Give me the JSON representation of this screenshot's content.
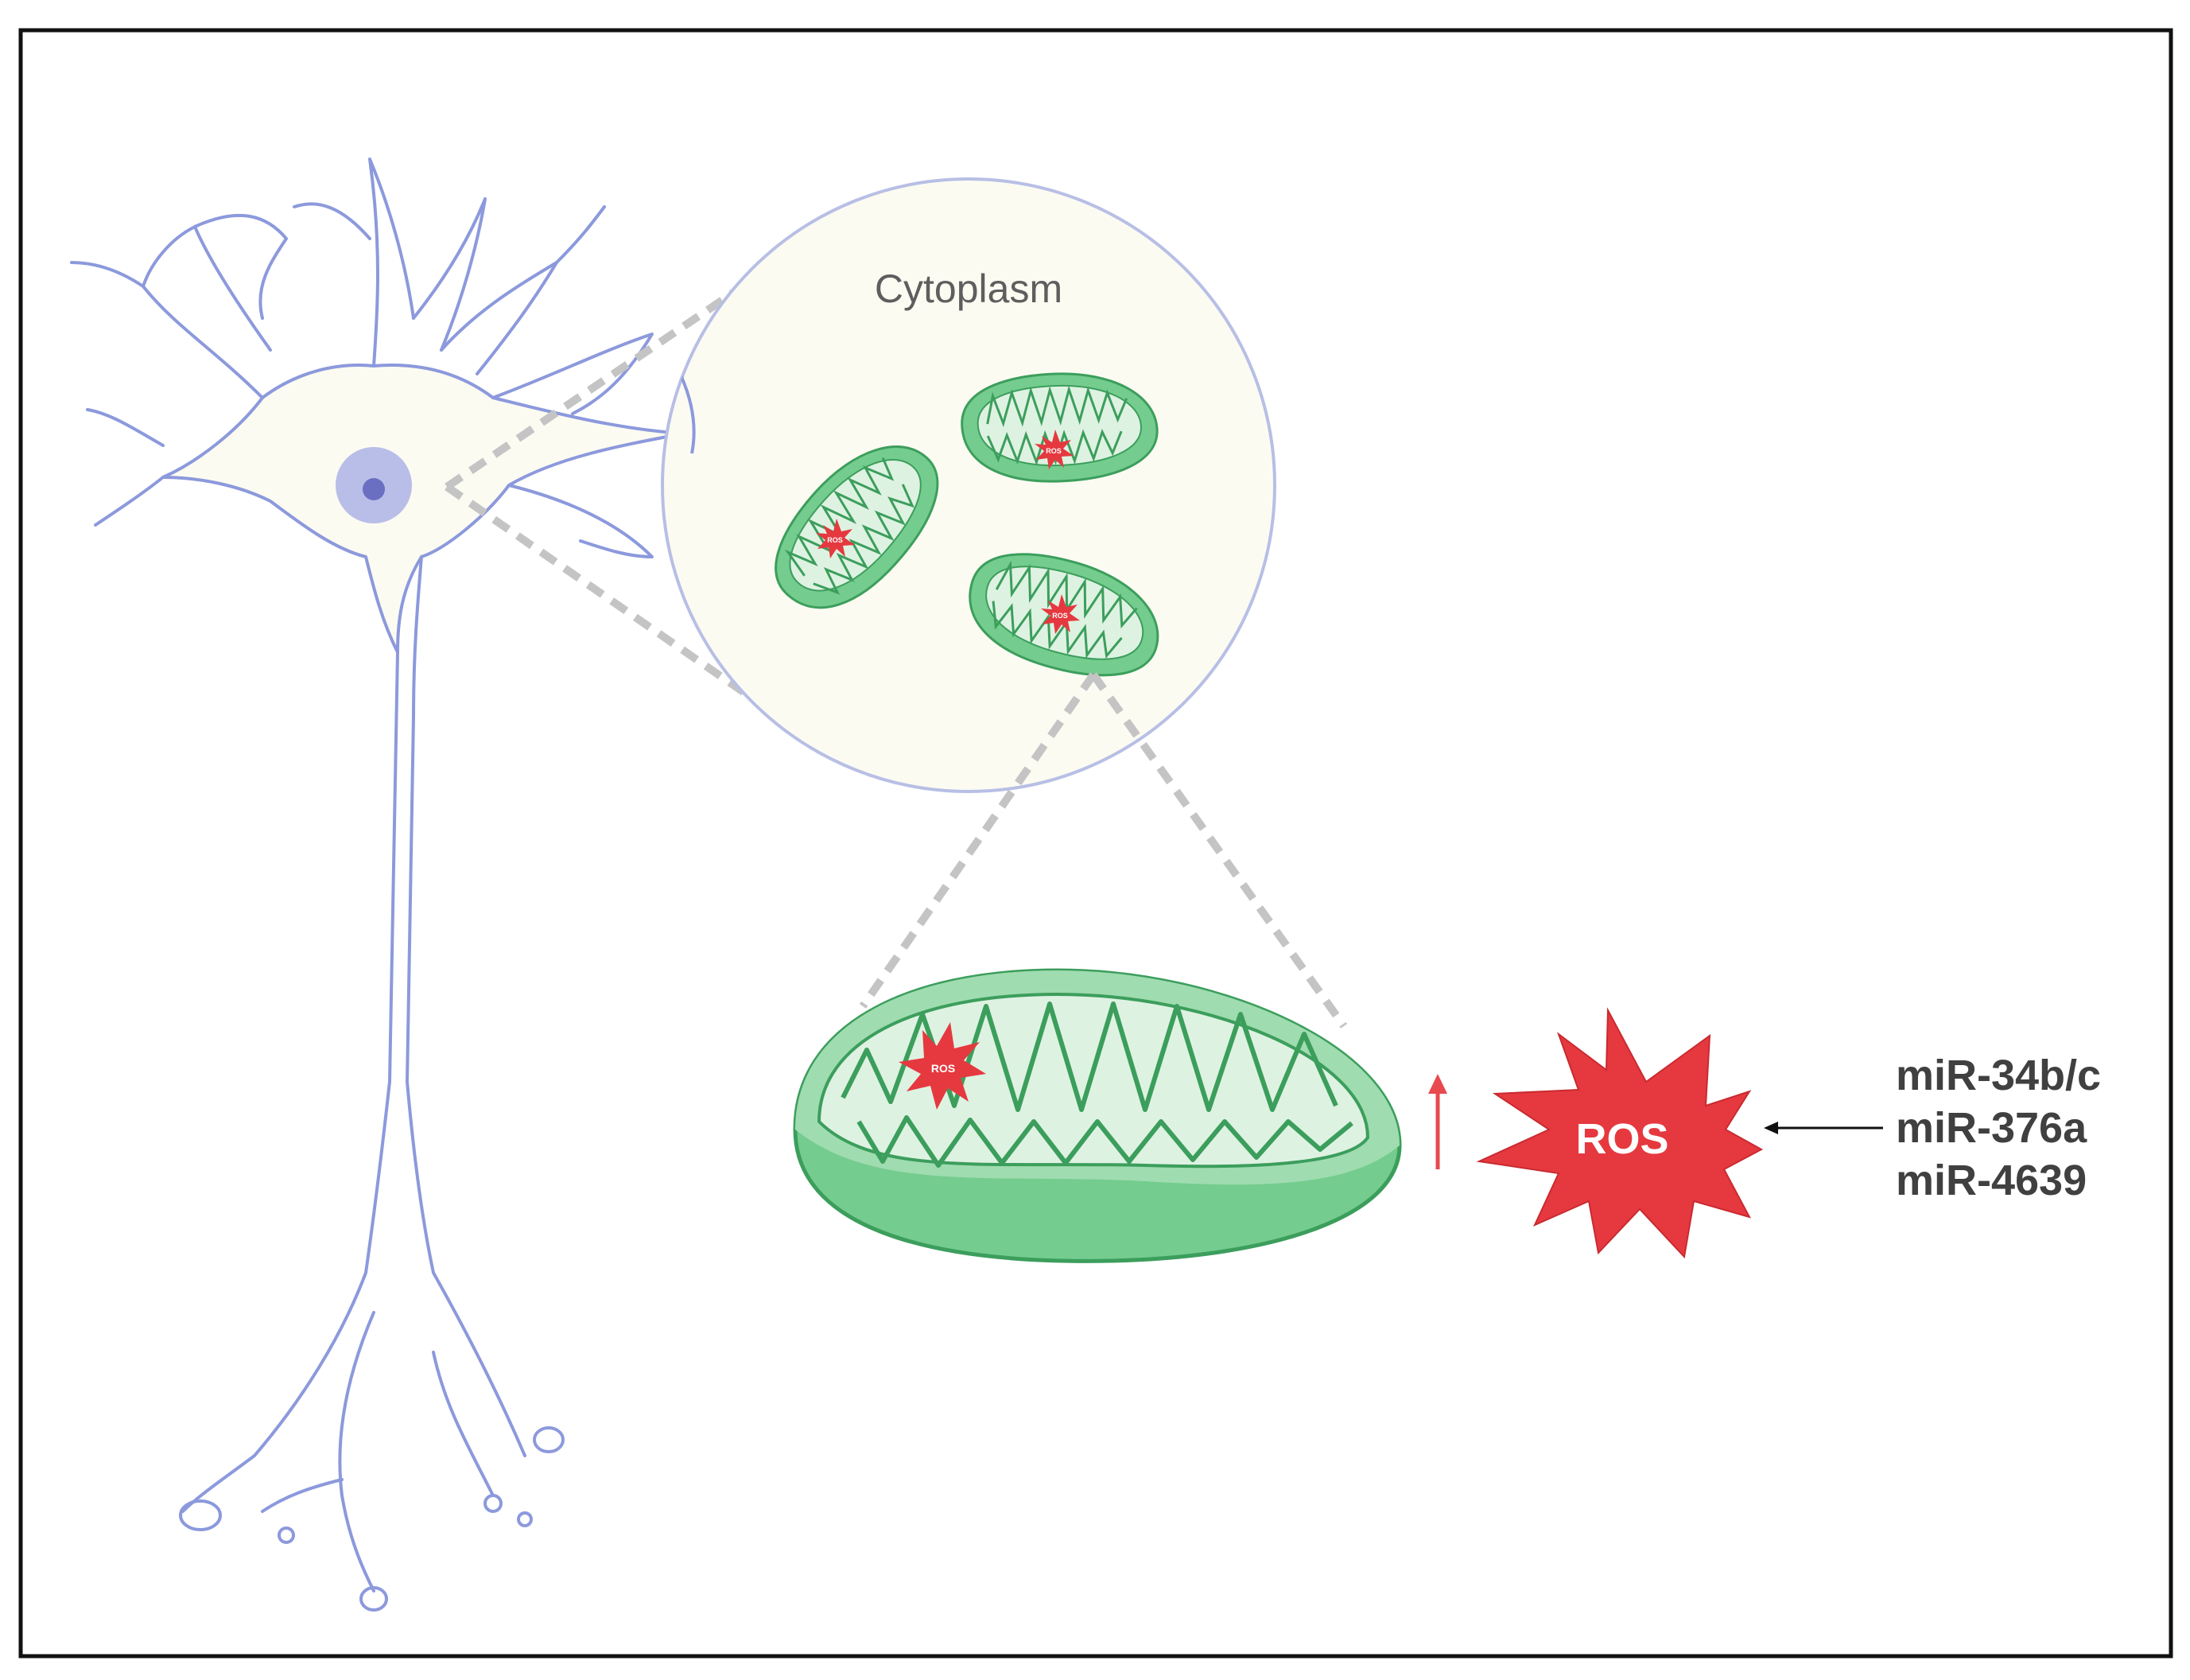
{
  "cytoplasm_label": "Cytoplasm",
  "ros_label": "ROS",
  "ros_small_label": "ROS",
  "mirnas": [
    "miR-34b/c",
    "miR-376a",
    "miR-4639"
  ],
  "colors": {
    "frame": "#111111",
    "neuron_outline": "#8c99dc",
    "cytoplasm_fill": "#fcfbf2",
    "nucleus": "#6a6fc2",
    "mito_outer": "#74cc8e",
    "mito_inner": "#def2e2",
    "mito_line": "#3c9e5c",
    "ros_red": "#e5393f",
    "arrow_up": "#e84a4f",
    "zoom_lines": "#c4c4c4",
    "mir_text": "#404040"
  }
}
